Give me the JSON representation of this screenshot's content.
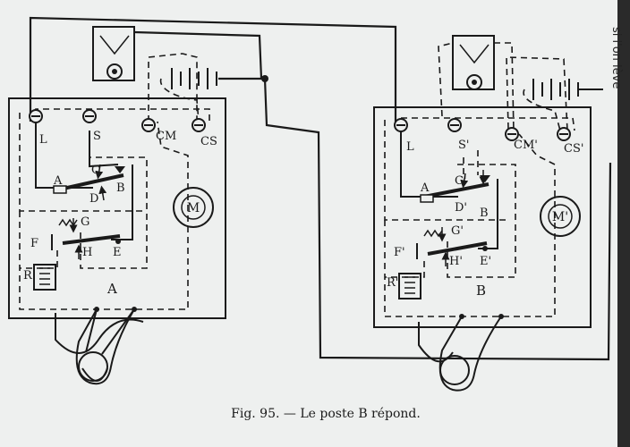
{
  "caption": "Fig. 95. — Le poste B répond.",
  "edge_text": "si l'on lève",
  "station_a": {
    "name": "A",
    "terminals": [
      "L",
      "S",
      "CM",
      "CS"
    ],
    "contacts": [
      "A",
      "B",
      "C",
      "D"
    ],
    "hook_parts": [
      "G",
      "F",
      "H",
      "E",
      "R"
    ],
    "motor": "M"
  },
  "station_b": {
    "name": "B",
    "terminals": [
      "L",
      "S'",
      "CM'",
      "CS'"
    ],
    "contacts": [
      "A",
      "B",
      "C'",
      "D'"
    ],
    "hook_parts": [
      "G'",
      "F'",
      "H'",
      "E'",
      "R'"
    ],
    "motor": "M'"
  }
}
